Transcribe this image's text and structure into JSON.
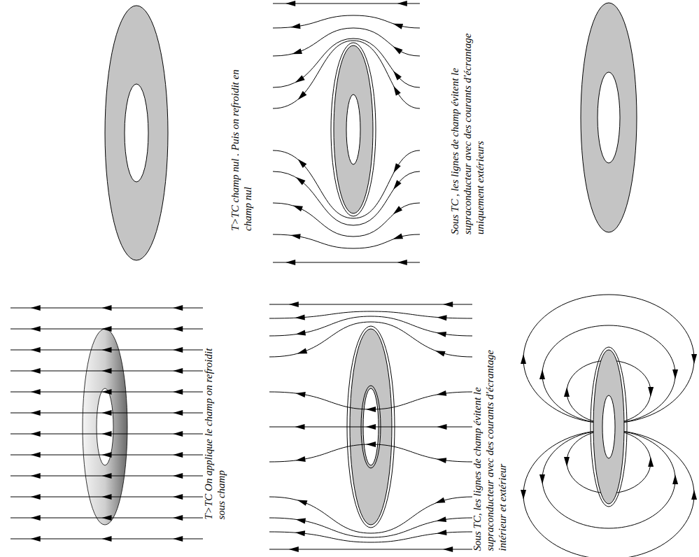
{
  "diagram": {
    "labels": [
      "T>TC On applique le champ on refroidit sous champ",
      "Sous TC, les lignes de champ évitent le supraconducteur avec des courants d'écrantage intérieur et extérieur",
      "T>TC champ nul . Puis on refroidit en champ nul",
      "Sous TC , les lignes de champ évitent le supraconducteur avec des courants d'écrantage uniquement extérieurs"
    ]
  }
}
